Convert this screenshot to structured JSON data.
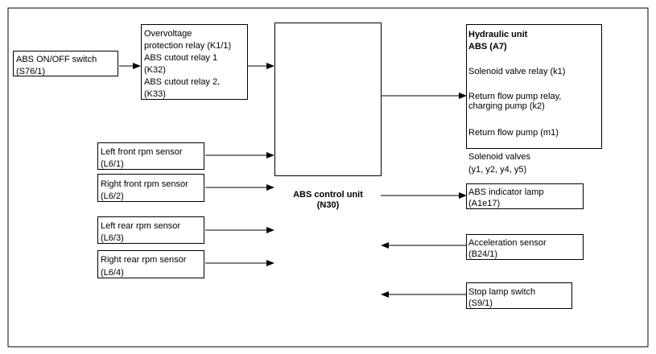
{
  "abs_switch": {
    "name": "ABS ON/OFF switch",
    "code": "(S76/1)"
  },
  "relays": {
    "line1": "Overvoltage",
    "line2": "protection relay (K1/1)",
    "line3": "ABS cutout relay 1",
    "line4": "(K32)",
    "line5": "ABS cutout relay 2,",
    "line6": "(K33)"
  },
  "control_unit": {
    "name": "ABS control unit",
    "code": "(N30)"
  },
  "hydraulic_unit": {
    "title1": "Hydraulic unit",
    "title2": "ABS (A7)",
    "solenoid_relay": "Solenoid valve relay (k1)",
    "pump_relay_line1": "Return flow pump relay,",
    "pump_relay_line2": "charging pump (k2)",
    "return_pump": "Return flow pump (m1)"
  },
  "solenoid_valves": {
    "line1": "Solenoid valves",
    "line2": "(y1, y2, y4, y5)"
  },
  "sensors": {
    "left_front": {
      "name": "Left front rpm sensor",
      "code": "(L6/1)"
    },
    "right_front": {
      "name": "Right front rpm sensor",
      "code": "(L6/2)"
    },
    "left_rear": {
      "name": "Left rear rpm sensor",
      "code": "(L6/3)"
    },
    "right_rear": {
      "name": "Right rear rpm sensor",
      "code": "(L6/4)"
    }
  },
  "outputs": {
    "indicator_lamp": {
      "name": "ABS indicator lamp",
      "code": "(A1e17)"
    },
    "accel_sensor": {
      "name": "Acceleration sensor",
      "code": "(B24/1)"
    },
    "stop_lamp": {
      "name": "Stop lamp switch",
      "code": "(S9/1)"
    }
  }
}
